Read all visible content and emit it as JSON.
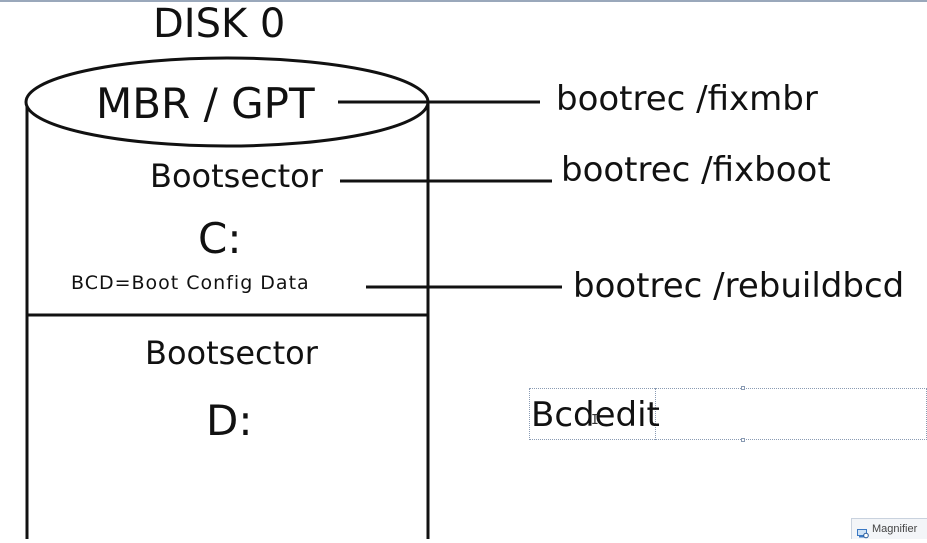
{
  "diagram": {
    "title": "DISK 0",
    "partition_c": {
      "mbr_label": "MBR / GPT",
      "bootsector_label": "Bootsector",
      "drive_label": "C:",
      "bcd_label": "BCD=Boot Config Data"
    },
    "partition_d": {
      "bootsector_label": "Bootsector",
      "drive_label": "D:"
    },
    "commands": {
      "fixmbr": "bootrec /fixmbr",
      "fixboot": "bootrec /fixboot",
      "rebuildbcd": "bootrec /rebuildbcd"
    },
    "textbox": {
      "value": "Bcdedit"
    },
    "colors": {
      "stroke": "#111111",
      "selection": "#8a9bb3",
      "top_rule": "#9aa8bb"
    }
  },
  "taskbar": {
    "magnifier_label": "Magnifier",
    "magnifier_icon": "magnifier-icon"
  }
}
